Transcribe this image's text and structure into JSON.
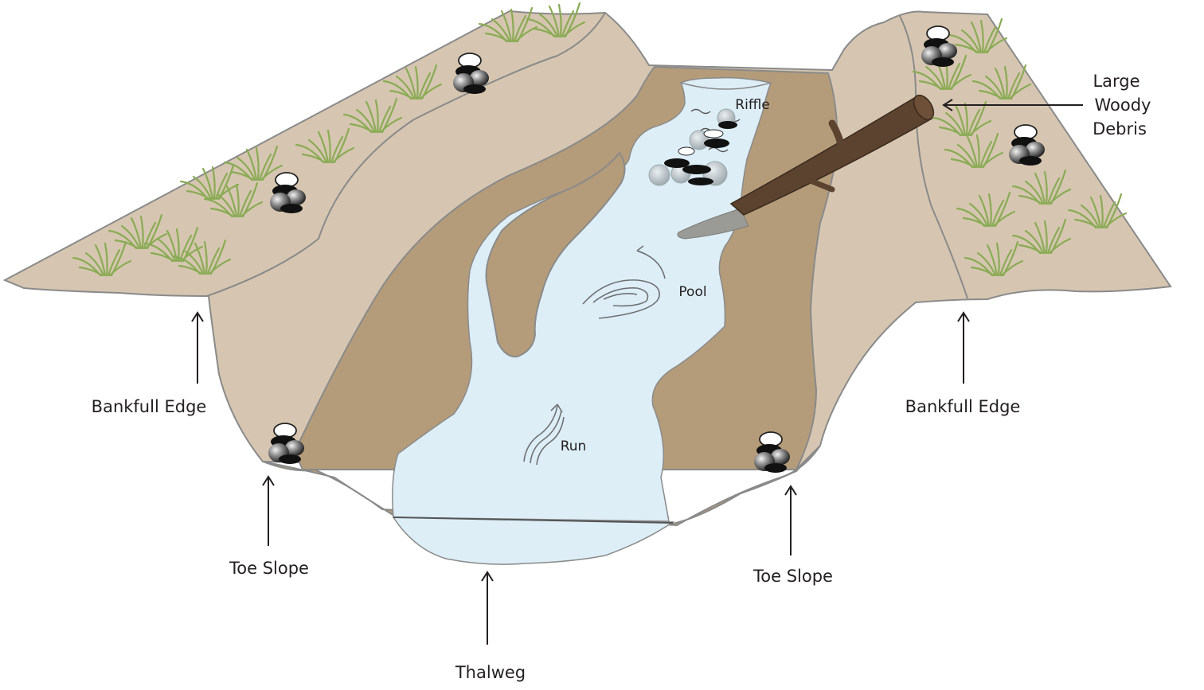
{
  "labels": {
    "bankfull_left": "Bankfull Edge",
    "bankfull_right": "Bankfull Edge",
    "toe_left": "Toe Slope",
    "toe_right": "Toe Slope",
    "thalweg": "Thalweg",
    "riffle": "Riffle",
    "pool": "Pool",
    "run": "Run",
    "lwd_line1": "Large",
    "lwd_line2": "Woody",
    "lwd_line3": "Debris"
  },
  "colors": {
    "upper_bank": "#d6c6b1",
    "lower_bank": "#b49c7a",
    "water": "#ddeef7",
    "grass": "#8aab55",
    "log": "#5c4330",
    "submerged_log": "#9a9a96",
    "outline": "#8a8a8a",
    "text": "#231f20"
  },
  "icons": [
    "rock-cluster-icon",
    "grass-tuft-icon",
    "log-icon",
    "flow-arrow-icon",
    "water-ripple-icon"
  ]
}
